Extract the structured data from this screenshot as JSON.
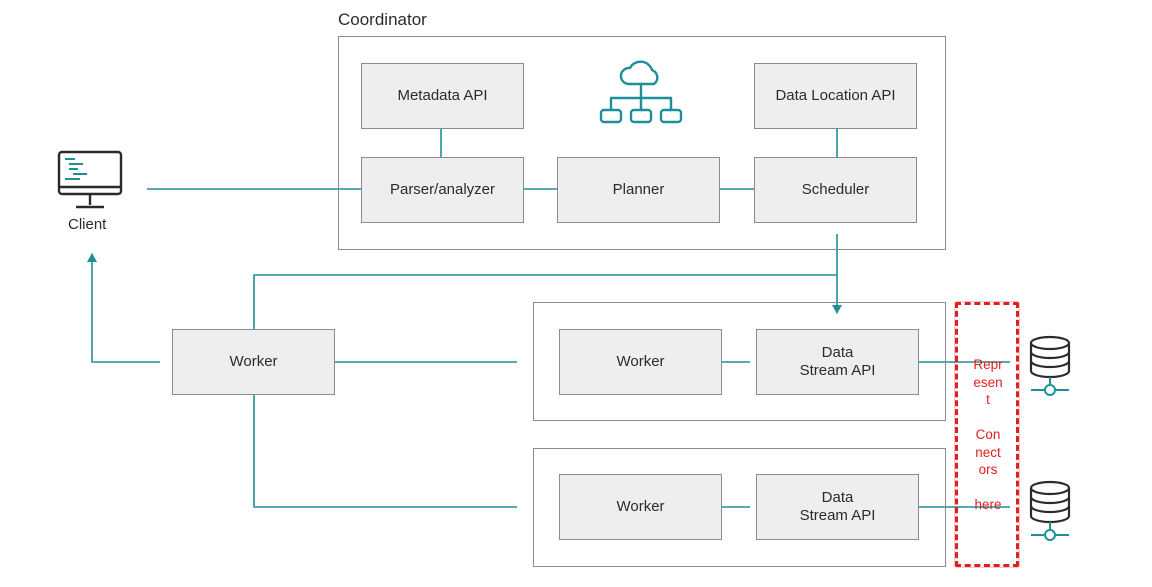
{
  "coordinator": {
    "title": "Coordinator",
    "metadata_api": "Metadata API",
    "data_location_api": "Data Location API",
    "parser": "Parser/analyzer",
    "planner": "Planner",
    "scheduler": "Scheduler"
  },
  "client": {
    "label": "Client"
  },
  "main_worker": {
    "label": "Worker"
  },
  "groups": [
    {
      "worker": "Worker",
      "stream_api": "Data\nStream API"
    },
    {
      "worker": "Worker",
      "stream_api": "Data\nStream API"
    }
  ],
  "annotation": {
    "text": "Repr\nesen\nt\n\nCon\nnect\nors\n\nhere"
  },
  "colors": {
    "arrow": "#1e8f97",
    "icon": "#1e8f97",
    "annotation": "#e02020"
  },
  "icons": [
    "monitor-icon",
    "cloud-hierarchy-icon",
    "database-icon",
    "database-icon"
  ]
}
